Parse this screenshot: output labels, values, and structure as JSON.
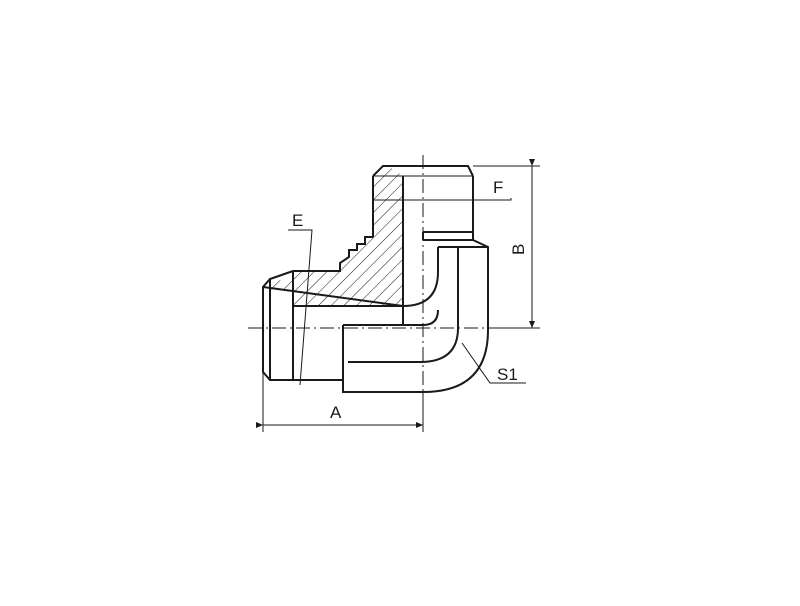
{
  "labels": {
    "a": "A",
    "b": "B",
    "e": "E",
    "f": "F",
    "s1": "S1"
  },
  "colors": {
    "line": "#1a1a1a",
    "background": "#ffffff"
  }
}
